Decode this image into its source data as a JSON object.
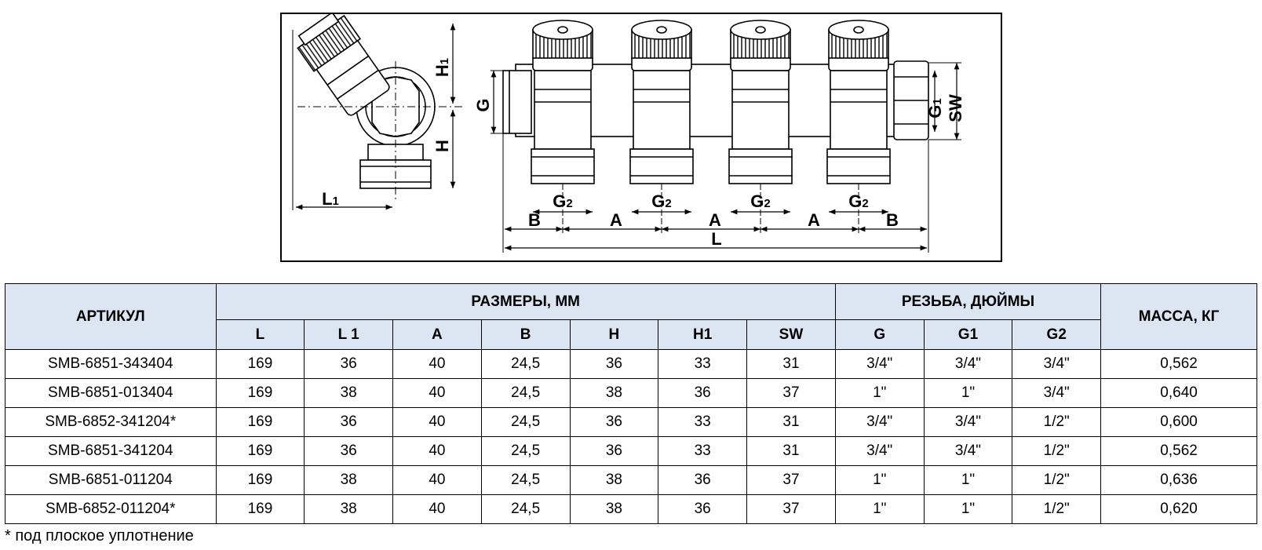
{
  "drawing": {
    "labels": {
      "H1": "H",
      "H1_sub": "1",
      "H": "H",
      "L1": "L",
      "L1_sub": "1",
      "G": "G",
      "G1": "G",
      "G1_sub": "1",
      "SW": "SW",
      "G2": "G",
      "G2_sub": "2",
      "A": "A",
      "B": "B",
      "L": "L"
    }
  },
  "table": {
    "group_headers": {
      "article": "АРТИКУЛ",
      "dimensions": "РАЗМЕРЫ, ММ",
      "thread": "РЕЗЬБА, ДЮЙМЫ",
      "mass": "МАССА, КГ"
    },
    "columns": [
      "L",
      "L 1",
      "A",
      "B",
      "H",
      "H1",
      "SW",
      "G",
      "G1",
      "G2"
    ],
    "rows": [
      [
        "SMB-6851-343404",
        "169",
        "36",
        "40",
        "24,5",
        "36",
        "33",
        "31",
        "3/4\"",
        "3/4\"",
        "3/4\"",
        "0,562"
      ],
      [
        "SMB-6851-013404",
        "169",
        "38",
        "40",
        "24,5",
        "38",
        "36",
        "37",
        "1\"",
        "1\"",
        "3/4\"",
        "0,640"
      ],
      [
        "SMB-6852-341204*",
        "169",
        "36",
        "40",
        "24,5",
        "36",
        "33",
        "31",
        "3/4\"",
        "3/4\"",
        "1/2\"",
        "0,600"
      ],
      [
        "SMB-6851-341204",
        "169",
        "36",
        "40",
        "24,5",
        "36",
        "33",
        "31",
        "3/4\"",
        "3/4\"",
        "1/2\"",
        "0,562"
      ],
      [
        "SMB-6851-011204",
        "169",
        "38",
        "40",
        "24,5",
        "38",
        "36",
        "37",
        "1\"",
        "1\"",
        "1/2\"",
        "0,636"
      ],
      [
        "SMB-6852-011204*",
        "169",
        "38",
        "40",
        "24,5",
        "38",
        "36",
        "37",
        "1\"",
        "1\"",
        "1/2\"",
        "0,620"
      ]
    ]
  },
  "footnote": "* под плоское уплотнение"
}
